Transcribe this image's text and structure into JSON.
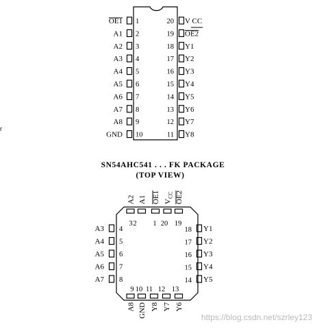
{
  "dip": {
    "left_pins": [
      {
        "name": "OE1",
        "num": "1",
        "overline": true
      },
      {
        "name": "A1",
        "num": "2"
      },
      {
        "name": "A2",
        "num": "3"
      },
      {
        "name": "A3",
        "num": "4"
      },
      {
        "name": "A4",
        "num": "5"
      },
      {
        "name": "A5",
        "num": "6"
      },
      {
        "name": "A6",
        "num": "7"
      },
      {
        "name": "A7",
        "num": "8"
      },
      {
        "name": "A8",
        "num": "9"
      },
      {
        "name": "GND",
        "num": "10"
      }
    ],
    "right_pins": [
      {
        "name": "V CC",
        "num": "20",
        "overline_pin": false
      },
      {
        "name": "OE2",
        "num": "19",
        "overline": true
      },
      {
        "name": "Y1",
        "num": "18"
      },
      {
        "name": "Y2",
        "num": "17"
      },
      {
        "name": "Y3",
        "num": "16"
      },
      {
        "name": "Y4",
        "num": "15"
      },
      {
        "name": "Y5",
        "num": "14"
      },
      {
        "name": "Y6",
        "num": "13"
      },
      {
        "name": "Y7",
        "num": "12"
      },
      {
        "name": "Y8",
        "num": "11"
      }
    ]
  },
  "fk": {
    "title_line1": "SN54AHC541 . . . FK PACKAGE",
    "title_line2": "(TOP VIEW)",
    "top_pins": [
      {
        "name": "A2",
        "num": "3"
      },
      {
        "name": "A1",
        "num": "2"
      },
      {
        "name": "OE1",
        "num": "1",
        "overline": true
      },
      {
        "name": "V",
        "sub": "CC",
        "num": "20"
      },
      {
        "name": "OE2",
        "num": "19",
        "overline": true
      }
    ],
    "left_pins": [
      {
        "name": "A3",
        "num": "4"
      },
      {
        "name": "A4",
        "num": "5"
      },
      {
        "name": "A5",
        "num": "6"
      },
      {
        "name": "A6",
        "num": "7"
      },
      {
        "name": "A7",
        "num": "8"
      }
    ],
    "right_pins": [
      {
        "name": "Y1",
        "num": "18"
      },
      {
        "name": "Y2",
        "num": "17"
      },
      {
        "name": "Y3",
        "num": "16"
      },
      {
        "name": "Y4",
        "num": "15"
      },
      {
        "name": "Y5",
        "num": "14"
      }
    ],
    "bottom_pins": [
      {
        "name": "A8",
        "num": "9"
      },
      {
        "name": "GND",
        "num": "10"
      },
      {
        "name": "Y8",
        "num": "11"
      },
      {
        "name": "Y7",
        "num": "12"
      },
      {
        "name": "Y6",
        "num": "13"
      }
    ]
  },
  "stray_text": "r",
  "watermark": "https://blog.csdn.net/szrley123",
  "colors": {
    "ink": "#000000",
    "watermark": "#b9b9b9",
    "background": "#ffffff"
  }
}
